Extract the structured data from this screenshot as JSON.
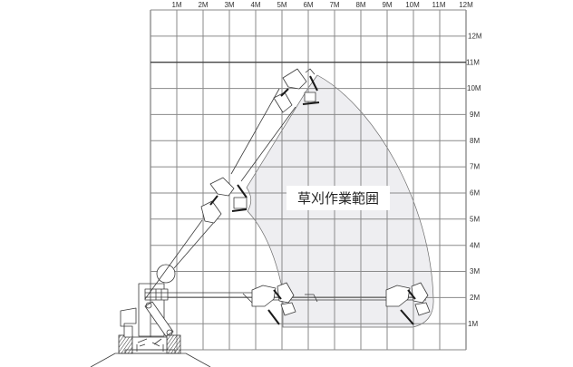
{
  "diagram": {
    "work_area_label": "草刈作業範囲",
    "x_axis": {
      "ticks": [
        "1M",
        "2M",
        "3M",
        "4M",
        "5M",
        "6M",
        "7M",
        "8M",
        "9M",
        "10M",
        "11M",
        "12M"
      ]
    },
    "y_axis": {
      "ticks": [
        "12M",
        "11M",
        "10M",
        "9M",
        "8M",
        "7M",
        "6M",
        "5M",
        "4M",
        "3M",
        "2M",
        "1M"
      ]
    },
    "colors": {
      "grid": "#8a8a8a",
      "grid_emphasis": "#444444",
      "work_area": "#eeeef1",
      "line_art": "#3a3a3a"
    }
  }
}
